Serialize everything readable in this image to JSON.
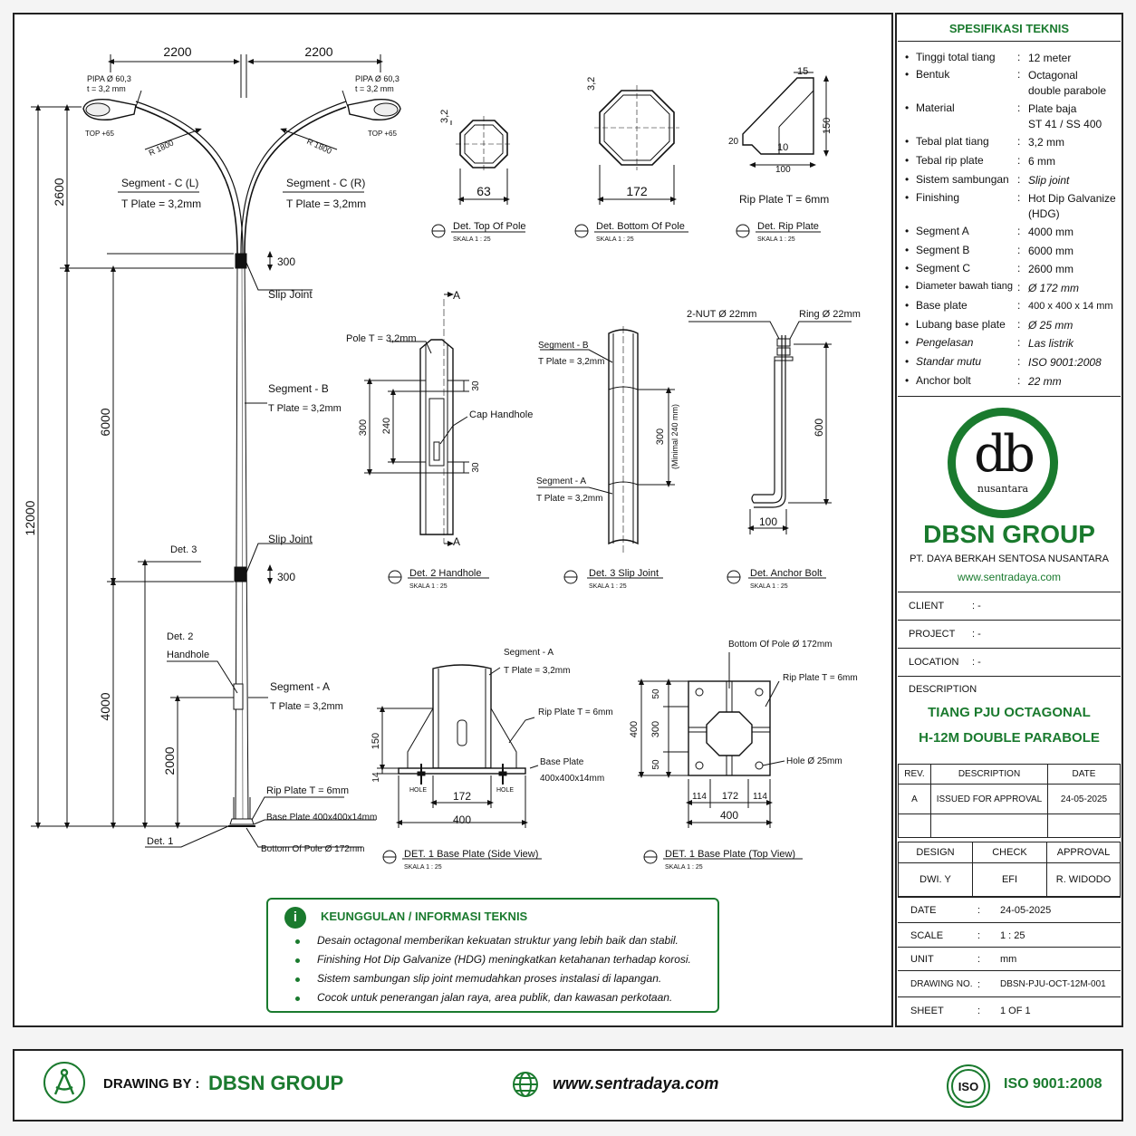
{
  "drawing": {
    "top_dims": [
      "2200",
      "2200"
    ],
    "pipe_left": [
      "PIPA Ø 60,3",
      "t = 3,2 mm"
    ],
    "pipe_right": [
      "PIPA Ø 60,3",
      "t = 3,2 mm"
    ],
    "top_left": "TOP +65",
    "top_right": "TOP +65",
    "radius_left": "R 1800",
    "radius_right": "R 1800",
    "seg_c_left": [
      "Segment - C (L)",
      "T Plate = 3,2mm"
    ],
    "seg_c_right": [
      "Segment - C (R)",
      "T Plate = 3,2mm"
    ],
    "dim_2600": "2600",
    "dim_12000": "12000",
    "dim_6000": "6000",
    "dim_4000": "4000",
    "dim_2000": "2000",
    "dim_300_a": "300",
    "dim_300_b": "300",
    "slip_joint_1": "Slip Joint",
    "slip_joint_2": "Slip Joint",
    "seg_b": [
      "Segment - B",
      "T Plate = 3,2mm"
    ],
    "seg_a": [
      "Segment - A",
      "T Plate = 3,2mm"
    ],
    "det3": "Det. 3",
    "det2": [
      "Det. 2",
      "Handhole"
    ],
    "det1": "Det. 1",
    "rip_plate": "Rip Plate T = 6mm",
    "base_plate": "Base Plate 400x400x14mm",
    "bottom_pole": "Bottom Of Pole Ø 172mm"
  },
  "details": {
    "top_of_pole": {
      "title": "Det. Top Of Pole",
      "scale": "SKALA   1 : 25",
      "dim": "63",
      "t": "3,2"
    },
    "bottom_of_pole": {
      "title": "Det. Bottom Of Pole",
      "scale": "SKALA   1 : 25",
      "dim": "172",
      "t": "3,2"
    },
    "rip_plate": {
      "title": "Det. Rip Plate",
      "scale": "SKALA   1 : 25",
      "label": "Rip Plate T = 6mm",
      "d15": "15",
      "d150": "150",
      "d20": "20",
      "d10": "10",
      "d100": "100"
    },
    "handhole": {
      "title": "Det. 2  Handhole",
      "scale": "SKALA   1 : 25",
      "a": "A",
      "pole_t": "Pole T = 3,2mm",
      "cap": "Cap Handhole",
      "d300": "300",
      "d240": "240",
      "d30a": "30",
      "d30b": "30"
    },
    "slip_joint": {
      "title": "Det. 3  Slip Joint",
      "scale": "SKALA   1 : 25",
      "seg_b": [
        "Segment - B",
        "T Plate = 3,2mm"
      ],
      "seg_a": [
        "Segment - A",
        "T Plate = 3,2mm"
      ],
      "d300": "300",
      "min": "(Minimal 240 mm)"
    },
    "anchor_bolt": {
      "title": "Det. Anchor Bolt",
      "scale": "SKALA   1 : 25",
      "nut": "2-NUT Ø 22mm",
      "ring": "Ring Ø 22mm",
      "d600": "600",
      "d100": "100"
    },
    "base_side": {
      "title": "DET. 1  Base Plate (Side View)",
      "scale": "SKALA   1 : 25",
      "seg_a": [
        "Segment - A",
        "T Plate = 3,2mm"
      ],
      "rip": "Rip Plate T = 6mm",
      "base": [
        "Base Plate",
        "400x400x14mm"
      ],
      "hole": "HOLE",
      "d150": "150",
      "d14": "14",
      "d172": "172",
      "d400": "400"
    },
    "base_top": {
      "title": "DET. 1  Base Plate (Top View)",
      "scale": "SKALA   1 : 25",
      "bottom": "Bottom Of Pole Ø 172mm",
      "rip": "Rip Plate T = 6mm",
      "hole": "Hole Ø 25mm",
      "d50a": "50",
      "d300": "300",
      "d50b": "50",
      "d400v": "400",
      "d114a": "114",
      "d172": "172",
      "d114b": "114",
      "d400h": "400"
    }
  },
  "info": {
    "title": "KEUNGGULAN / INFORMASI TEKNIS",
    "items": [
      "Desain octagonal memberikan kekuatan struktur yang lebih baik dan stabil.",
      "Finishing Hot Dip Galvanize (HDG) meningkatkan ketahanan terhadap korosi.",
      "Sistem sambungan slip joint memudahkan proses instalasi di lapangan.",
      "Cocok untuk penerangan jalan raya, area publik, dan kawasan perkotaan."
    ]
  },
  "specs": {
    "title": "SPESIFIKASI TEKNIS",
    "rows": [
      {
        "k": "Tinggi total tiang",
        "v": "12 meter"
      },
      {
        "k": "Bentuk",
        "v": "Octagonal",
        "v2": "double parabole"
      },
      {
        "k": "Material",
        "v": "Plate baja",
        "v2": "ST 41 / SS 400"
      },
      {
        "k": "Tebal plat tiang",
        "v": "3,2 mm"
      },
      {
        "k": "Tebal rip plate",
        "v": "6 mm"
      },
      {
        "k": "Sistem sambungan",
        "v": "Slip joint"
      },
      {
        "k": "Finishing",
        "v": "Hot Dip Galvanize",
        "v2": "(HDG)"
      },
      {
        "k": "Segment A",
        "v": "4000 mm"
      },
      {
        "k": "Segment B",
        "v": "6000 mm"
      },
      {
        "k": "Segment C",
        "v": "2600 mm"
      },
      {
        "k": "Diameter bawah tiang",
        "v": "Ø 172 mm"
      },
      {
        "k": "Base plate",
        "v": "400 x 400 x 14 mm"
      },
      {
        "k": "Lubang base plate",
        "v": "Ø 25 mm"
      },
      {
        "k": "Pengelasan",
        "v": "Las listrik"
      },
      {
        "k": "Standar mutu",
        "v": "ISO 9001:2008"
      },
      {
        "k": "Anchor bolt",
        "v": "22 mm"
      }
    ]
  },
  "brand": {
    "logo_text": "db",
    "logo_sub": "nusantara",
    "name": "DBSN GROUP",
    "company": "PT. DAYA BERKAH SENTOSA NUSANTARA",
    "website": "www.sentradaya.com",
    "green": "#1a7a2e"
  },
  "title_block": {
    "client_label": "CLIENT",
    "client": ":  -",
    "project_label": "PROJECT",
    "project": ":  -",
    "location_label": "LOCATION",
    "location": ":  -",
    "description_label": "DESCRIPTION",
    "description": [
      "TIANG PJU OCTAGONAL",
      "H-12M DOUBLE PARABOLE"
    ],
    "rev_headers": [
      "REV.",
      "DESCRIPTION",
      "DATE"
    ],
    "rev_row": [
      "A",
      "ISSUED FOR APPROVAL",
      "24-05-2025"
    ],
    "sign_headers": [
      "DESIGN",
      "CHECK",
      "APPROVAL"
    ],
    "sign_values": [
      "DWI. Y",
      "EFI",
      "R. WIDODO"
    ],
    "meta": [
      {
        "k": "DATE",
        "v": "24-05-2025"
      },
      {
        "k": "SCALE",
        "v": "1 : 25"
      },
      {
        "k": "UNIT",
        "v": "mm"
      },
      {
        "k": "DRAWING NO.",
        "v": "DBSN-PJU-OCT-12M-001"
      },
      {
        "k": "SHEET",
        "v": "1 OF 1"
      }
    ]
  },
  "footer": {
    "drawing_by_label": "DRAWING BY :",
    "drawing_by": "DBSN GROUP",
    "website": "www.sentradaya.com",
    "iso_badge": "ISO",
    "iso": "ISO 9001:2008"
  }
}
